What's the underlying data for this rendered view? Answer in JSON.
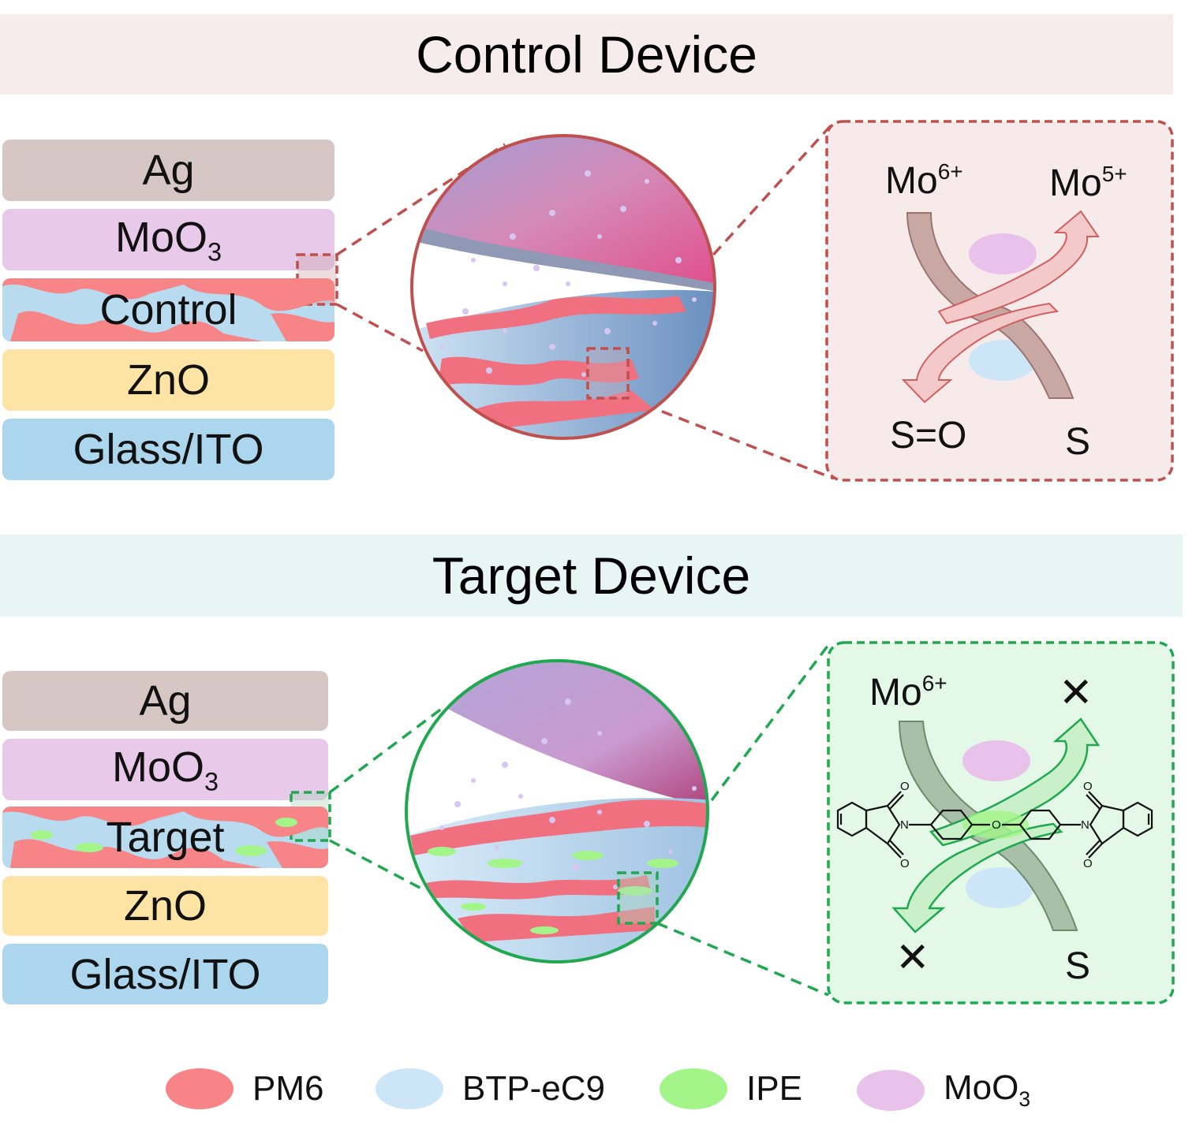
{
  "control": {
    "title": "Control Device",
    "layers": {
      "ag": "Ag",
      "moo3_base": "MoO",
      "moo3_sub": "3",
      "active": "Control",
      "zno": "ZnO",
      "ito": "Glass/ITO"
    },
    "mechanism": {
      "top_left_base": "Mo",
      "top_left_sup": "6+",
      "top_right_base": "Mo",
      "top_right_sup": "5+",
      "bottom_left": "S=O",
      "bottom_right": "S"
    },
    "accent": "#c0504d"
  },
  "target": {
    "title": "Target Device",
    "layers": {
      "ag": "Ag",
      "moo3_base": "MoO",
      "moo3_sub": "3",
      "active": "Target",
      "zno": "ZnO",
      "ito": "Glass/ITO"
    },
    "mechanism": {
      "top_left_base": "Mo",
      "top_left_sup": "6+",
      "top_right": "✕",
      "bottom_left": "✕",
      "bottom_right": "S"
    },
    "molecule_atoms": {
      "o": "O",
      "n": "N"
    },
    "accent": "#1fa84f"
  },
  "legend": [
    {
      "label": "PM6",
      "color": "#f78486"
    },
    {
      "label": "BTP-eC9",
      "color": "#cce6f7"
    },
    {
      "label": "IPE",
      "color": "#a3f58a"
    },
    {
      "label_base": "MoO",
      "label_sub": "3",
      "color": "#e8c2ea"
    }
  ]
}
